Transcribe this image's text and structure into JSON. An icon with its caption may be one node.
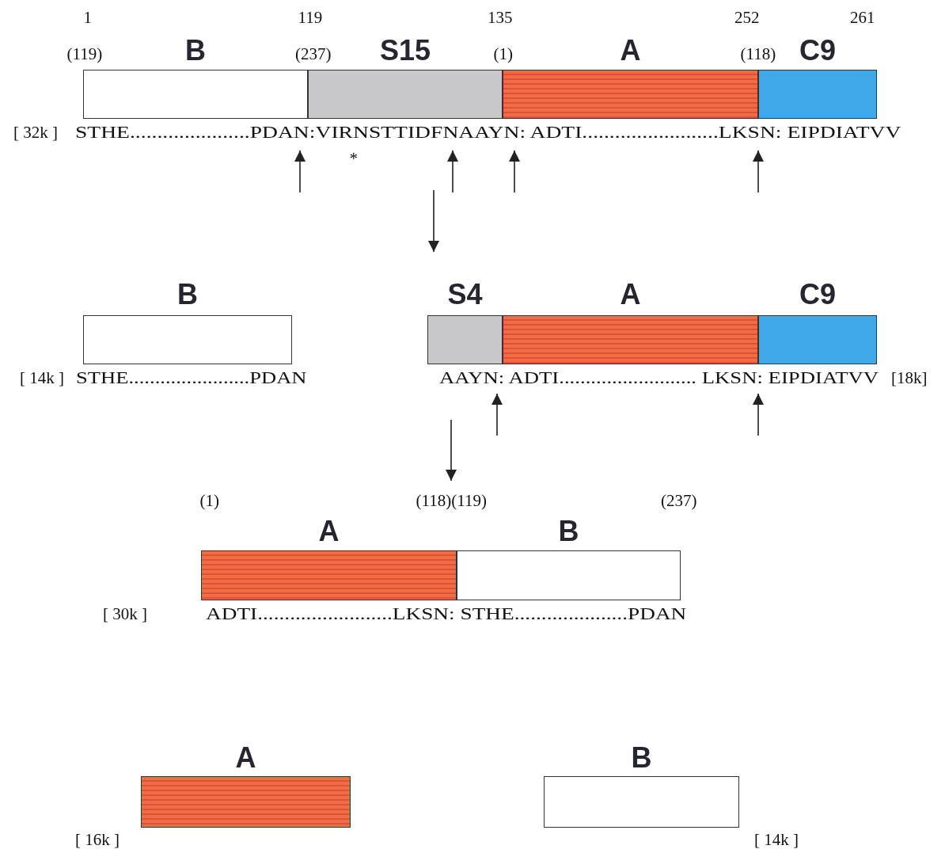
{
  "diagram": {
    "nodes": [
      {
        "text": [
          "B"
        ]
      },
      {
        "text": [
          "S15"
        ]
      },
      {
        "text": [
          "A"
        ]
      },
      {
        "text": [
          "C9"
        ]
      },
      {
        "text": [
          "B"
        ]
      },
      {
        "text": [
          "S4"
        ]
      },
      {
        "text": [
          "A"
        ]
      },
      {
        "text": [
          "C9"
        ]
      },
      {
        "text": [
          "A"
        ]
      },
      {
        "text": [
          "B"
        ]
      },
      {
        "text": [
          "A"
        ]
      },
      {
        "text": [
          "B"
        ]
      }
    ],
    "edges": [],
    "labels": [
      "1",
      "119",
      "135",
      "252",
      "261",
      "(119)",
      "(237)",
      "(1)",
      "(118)",
      "[ 32k ]",
      "STHE......................PDAN:VIRNSTTIDFNAAYN: ADTI.........................LKSN: EIPDIATVV",
      "*",
      "[ 14k ]",
      "STHE.......................PDAN",
      "AAYN: ADTI.......................... LKSN: EIPDIATVV",
      "[18k]",
      "(1)",
      "(118)(119)",
      "(237)",
      "[ 30k ]",
      "ADTI.........................LKSN: STHE.....................PDAN",
      "[ 16k ]",
      "[ 14k ]"
    ]
  }
}
